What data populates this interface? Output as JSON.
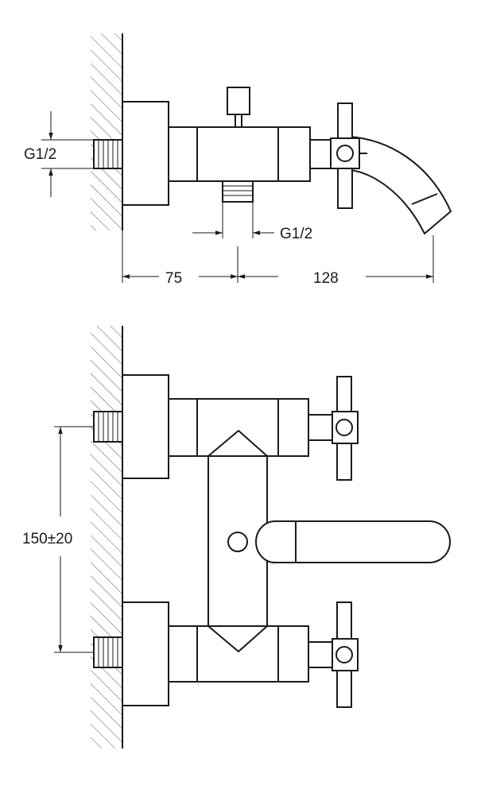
{
  "labels": {
    "inlet_thread": "G1/2",
    "diverter_thread": "G1/2",
    "dim_wall_to_diverter": "75",
    "dim_diverter_to_spout": "128",
    "dim_inlet_spacing": "150±20"
  }
}
